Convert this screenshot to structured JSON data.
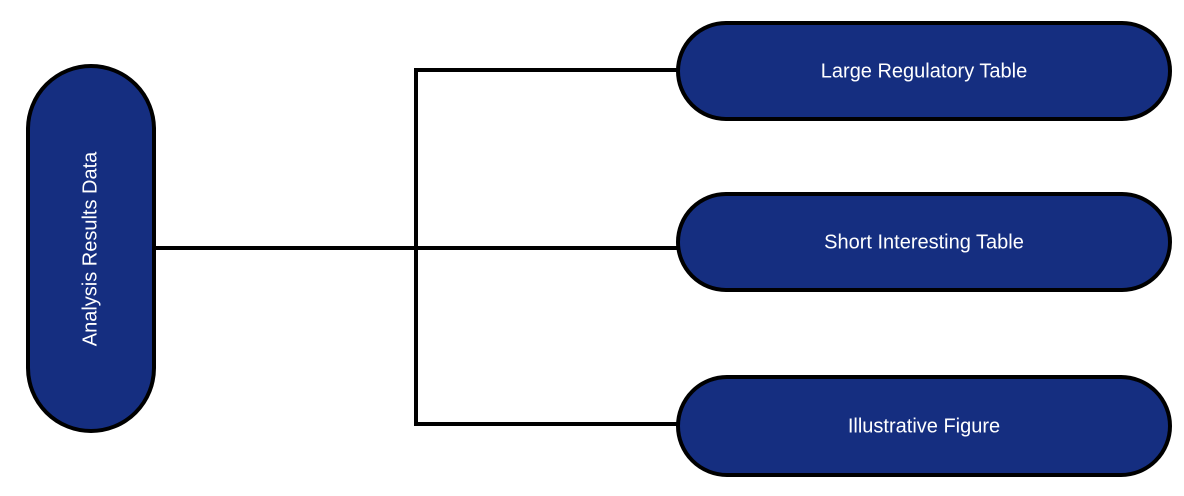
{
  "diagram": {
    "type": "tree-flowchart",
    "orientation": "left-to-right",
    "background_color": "#ffffff",
    "node_fill_color": "#152E80",
    "node_border_color": "#000000",
    "node_text_color": "#ffffff",
    "edge_color": "#000000",
    "root": {
      "id": "analysis-results-data",
      "label": "Analysis Results Data",
      "shape": "rounded-pill-vertical",
      "text_orientation": "vertical-bottom-to-top"
    },
    "children": [
      {
        "id": "large-regulatory-table",
        "label": "Large Regulatory Table",
        "shape": "rounded-pill-horizontal"
      },
      {
        "id": "short-interesting-table",
        "label": "Short Interesting Table",
        "shape": "rounded-pill-horizontal"
      },
      {
        "id": "illustrative-figure",
        "label": "Illustrative Figure",
        "shape": "rounded-pill-horizontal"
      }
    ]
  }
}
